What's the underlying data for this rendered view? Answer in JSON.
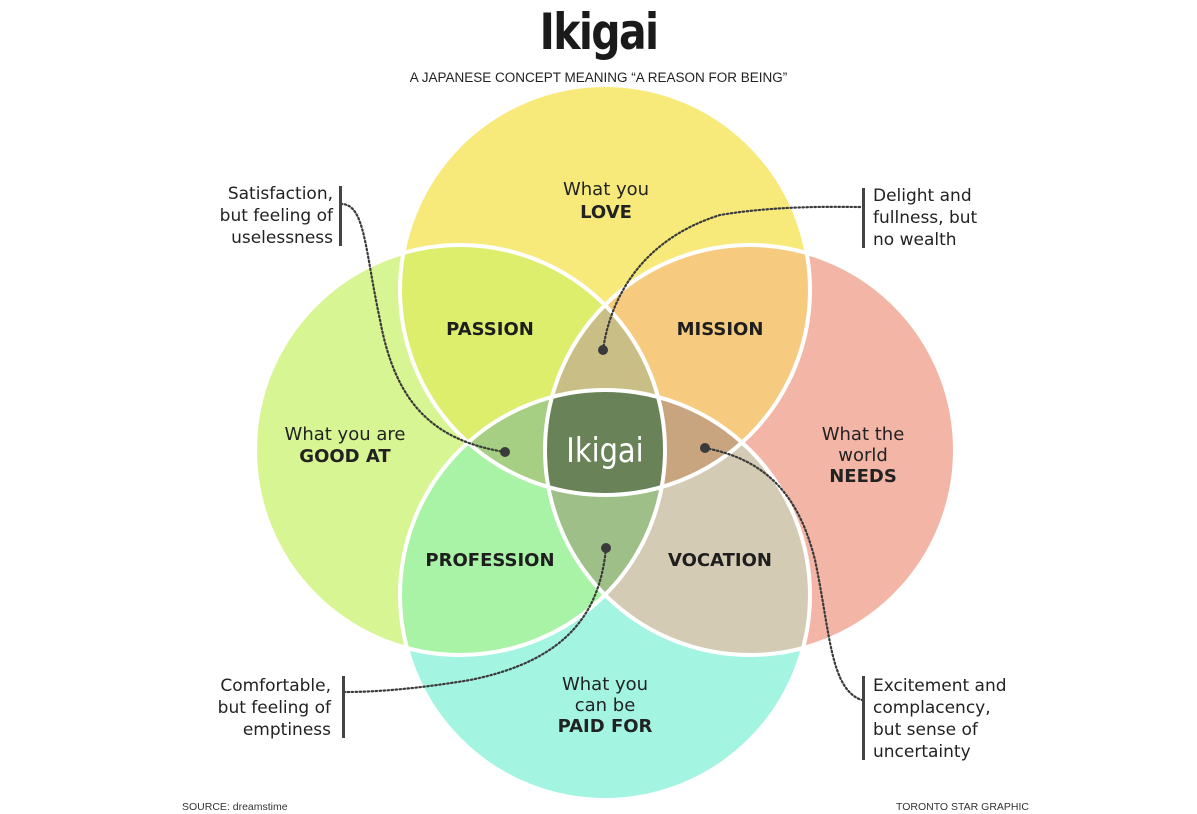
{
  "header": {
    "title": "Ikigai",
    "subtitle": "A JAPANESE CONCEPT MEANING “A REASON FOR BEING”"
  },
  "circles": {
    "love": {
      "line1": "What you",
      "line2": "LOVE",
      "color": "#f7ea7a"
    },
    "good_at": {
      "line1": "What you are",
      "line2": "GOOD AT",
      "color": "#d7f592"
    },
    "needs": {
      "line1": "What the",
      "line2": "world",
      "line3": "NEEDS",
      "color": "#f3b6a6"
    },
    "paid_for": {
      "line1": "What you",
      "line2": "can be",
      "line3": "PAID FOR",
      "color": "#a3f5e1"
    }
  },
  "regions": {
    "passion": {
      "label": "PASSION",
      "color": "#dcee6c"
    },
    "mission": {
      "label": "MISSION",
      "color": "#f7cb7f"
    },
    "profession": {
      "label": "PROFESSION",
      "color": "#a9f3a6"
    },
    "vocation": {
      "label": "VOCATION",
      "color": "#d4cbb4"
    },
    "center": {
      "label": "Ikigai",
      "color": "#6a8257"
    }
  },
  "triple_colors": {
    "top": "#c9bf86",
    "left": "#a7cf83",
    "right": "#c8a57e",
    "bottom": "#9fbf88"
  },
  "notes": {
    "top_left": [
      "Satisfaction,",
      "but feeling of",
      "uselessness"
    ],
    "top_right": [
      "Delight and",
      "fullness, but",
      "no wealth"
    ],
    "bottom_left": [
      "Comfortable,",
      "but feeling of",
      "emptiness"
    ],
    "bottom_right": [
      "Excitement and",
      "complacency,",
      "but sense of",
      "uncertainty"
    ]
  },
  "footer": {
    "source": "SOURCE: dreamstime",
    "credit": "TORONTO STAR GRAPHIC"
  }
}
